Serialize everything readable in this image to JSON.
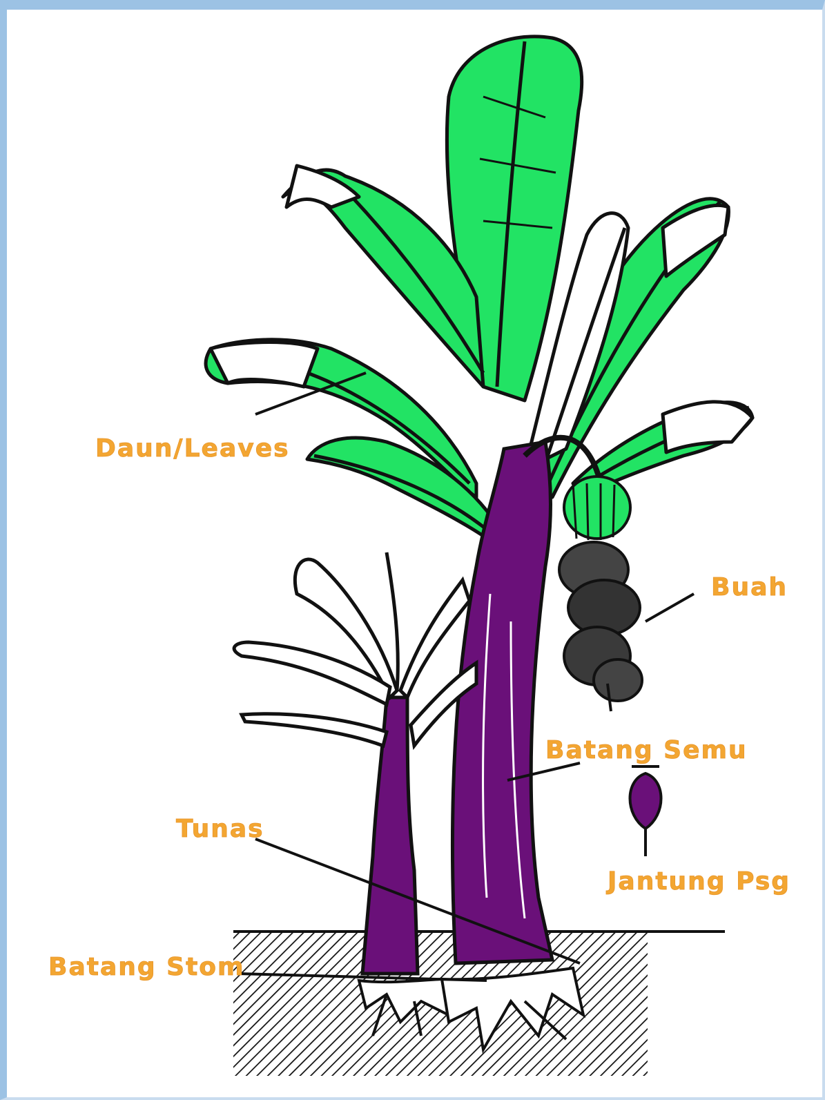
{
  "diagram": {
    "labels": {
      "leaves": "Daun/Leaves",
      "fruit": "Buah",
      "pseudostem": "Batang Semu",
      "bud": "Jantung Psg",
      "sucker": "Tunas",
      "corm": "Batang Stom"
    },
    "colors": {
      "leaf": "#22e364",
      "stem": "#6a1079",
      "label": "#f3a632",
      "outline": "#111111",
      "frame": "#9cc2e4"
    }
  }
}
